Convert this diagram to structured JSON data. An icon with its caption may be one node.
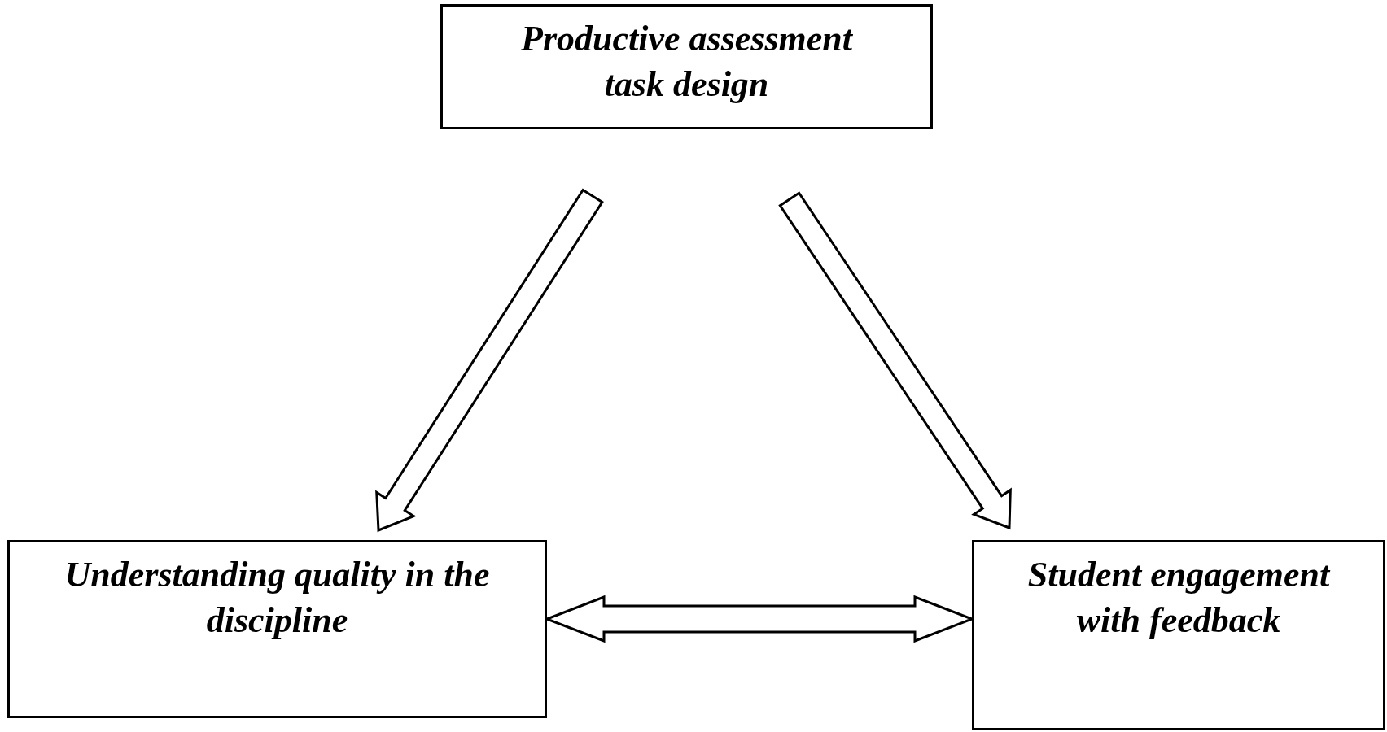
{
  "diagram": {
    "nodes": [
      {
        "text": [
          "Productive assessment task design"
        ]
      },
      {
        "text": [
          "Understanding quality in the discipline"
        ]
      },
      {
        "text": [
          "Student engagement with feedback"
        ]
      }
    ],
    "edges": [
      {
        "from": 0,
        "to": 1,
        "arrow": "to"
      },
      {
        "from": 0,
        "to": 2,
        "arrow": "to"
      },
      {
        "from": 1,
        "to": 2,
        "arrow": "both"
      }
    ]
  }
}
